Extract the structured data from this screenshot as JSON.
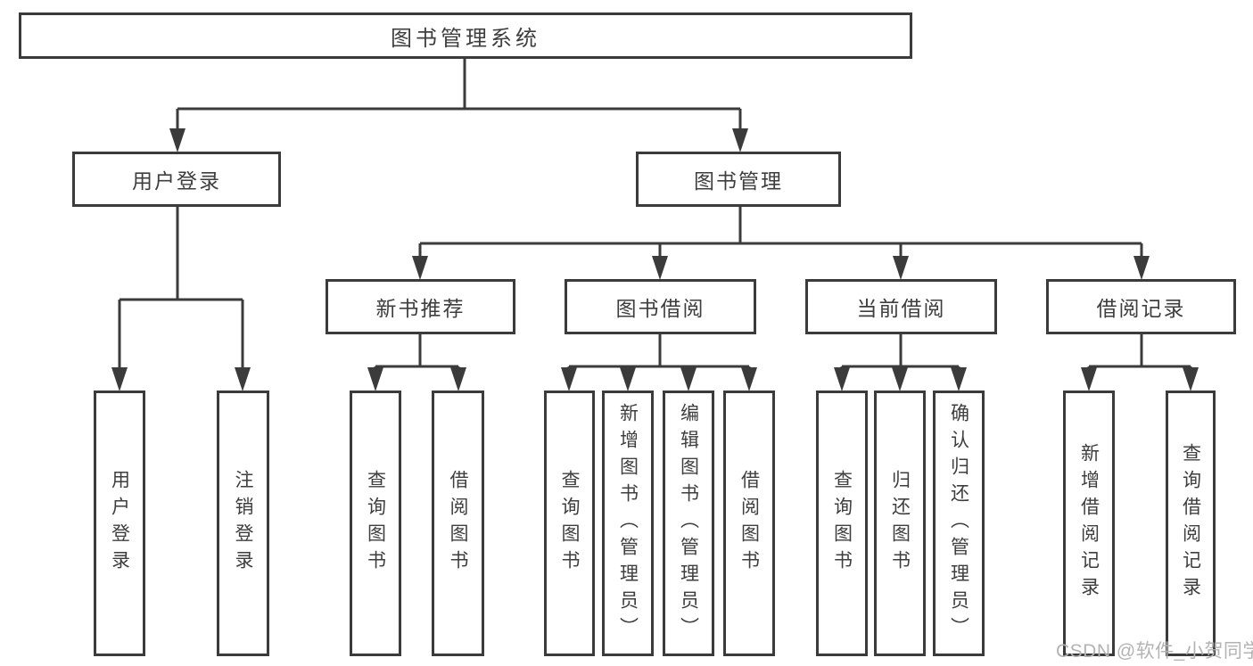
{
  "tree": {
    "root": {
      "label": "图书管理系统"
    },
    "user_branch": {
      "label": "用户登录",
      "children": [
        {
          "label": "用户登录"
        },
        {
          "label": "注销登录"
        }
      ]
    },
    "book_branch": {
      "label": "图书管理",
      "groups": [
        {
          "label": "新书推荐",
          "children": [
            {
              "label": "查询图书"
            },
            {
              "label": "借阅图书"
            }
          ]
        },
        {
          "label": "图书借阅",
          "children": [
            {
              "label": "查询图书"
            },
            {
              "label": "新增图书（管理员）"
            },
            {
              "label": "编辑图书（管理员）"
            },
            {
              "label": "借阅图书"
            }
          ]
        },
        {
          "label": "当前借阅",
          "children": [
            {
              "label": "查询图书"
            },
            {
              "label": "归还图书"
            },
            {
              "label": "确认归还（管理员）"
            }
          ]
        },
        {
          "label": "借阅记录",
          "children": [
            {
              "label": "新增借阅记录"
            },
            {
              "label": "查询借阅记录"
            }
          ]
        }
      ]
    }
  },
  "watermark": {
    "text": "CSDN @软件_小贺同学"
  },
  "colors": {
    "line": "#3b3b3b",
    "text": "#3e3e3e",
    "watermark": "#b3b3b3",
    "box_fill": "#ffffff",
    "background": "#ffffff"
  }
}
